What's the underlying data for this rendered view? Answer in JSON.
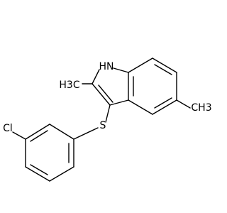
{
  "molecule": {
    "labels": {
      "nh": "HN",
      "methyl_left": "H3C",
      "methyl_right": "CH3",
      "sulfur": "S",
      "chlorine": "Cl"
    }
  }
}
